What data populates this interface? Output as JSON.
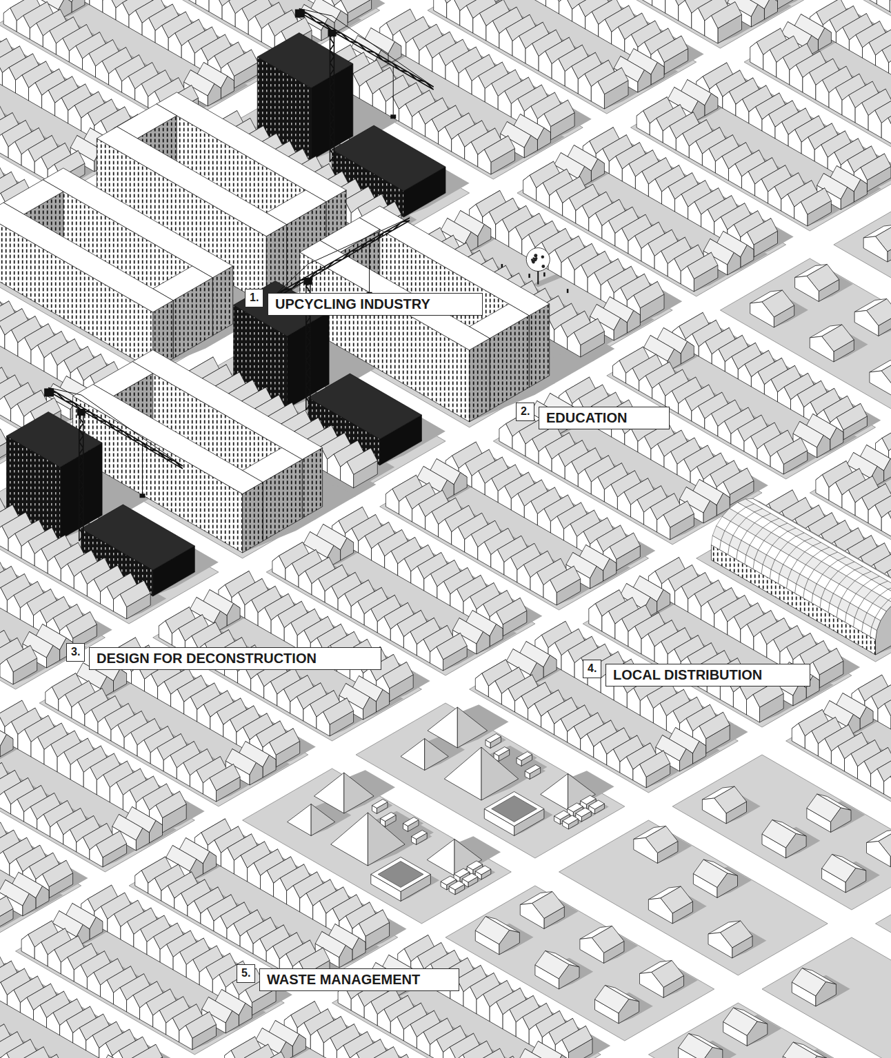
{
  "diagram": {
    "nodes": [
      {
        "text": [
          "1.",
          "UPCYCLING INDUSTRY"
        ]
      },
      {
        "text": [
          "2.",
          "EDUCATION"
        ]
      },
      {
        "text": [
          "3.",
          "DESIGN FOR DECONSTRUCTION"
        ]
      },
      {
        "text": [
          "4.",
          "LOCAL DISTRIBUTION"
        ]
      },
      {
        "text": [
          "5.",
          "WASTE MANAGEMENT"
        ]
      }
    ]
  }
}
